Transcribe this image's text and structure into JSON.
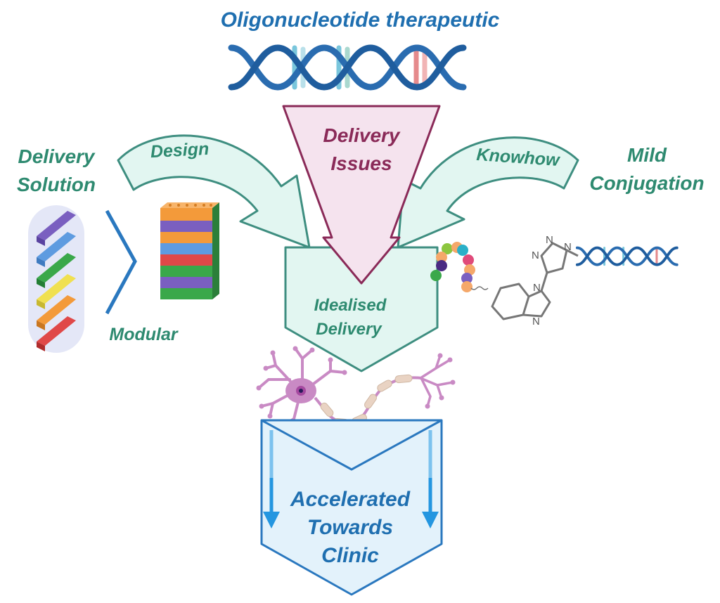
{
  "title": "Oligonucleotide therapeutic",
  "labels": {
    "delivery_issues": [
      "Delivery",
      "Issues"
    ],
    "design": "Design",
    "knowhow": "Knowhow",
    "delivery_solution": [
      "Delivery",
      "Solution"
    ],
    "mild_conjugation": [
      "Mild",
      "Conjugation"
    ],
    "modular": "Modular",
    "idealised_delivery": [
      "Idealised",
      "Delivery"
    ],
    "accelerated": [
      "Accelerated",
      "Towards",
      "Clinic"
    ]
  },
  "chemistry": {
    "atoms": [
      "N",
      "N",
      "N",
      "N",
      "N"
    ]
  },
  "colors": {
    "teal_text": "#2e8a70",
    "blue_text": "#1f6fb0",
    "maroon_text": "#8a2a58",
    "dna_blue": "#2a6cb0",
    "dna_cyan": "#79c6dc",
    "dna_pink": "#e58a8c",
    "teal_arrow_fill": "#e2f6f1",
    "teal_arrow_stroke": "#3e8e80",
    "pink_arrow_fill": "#f5e3ee",
    "pink_arrow_stroke": "#8a2a58",
    "blue_chevron_fill": "#e3f2fb",
    "blue_chevron_stroke": "#2a78bf"
  }
}
